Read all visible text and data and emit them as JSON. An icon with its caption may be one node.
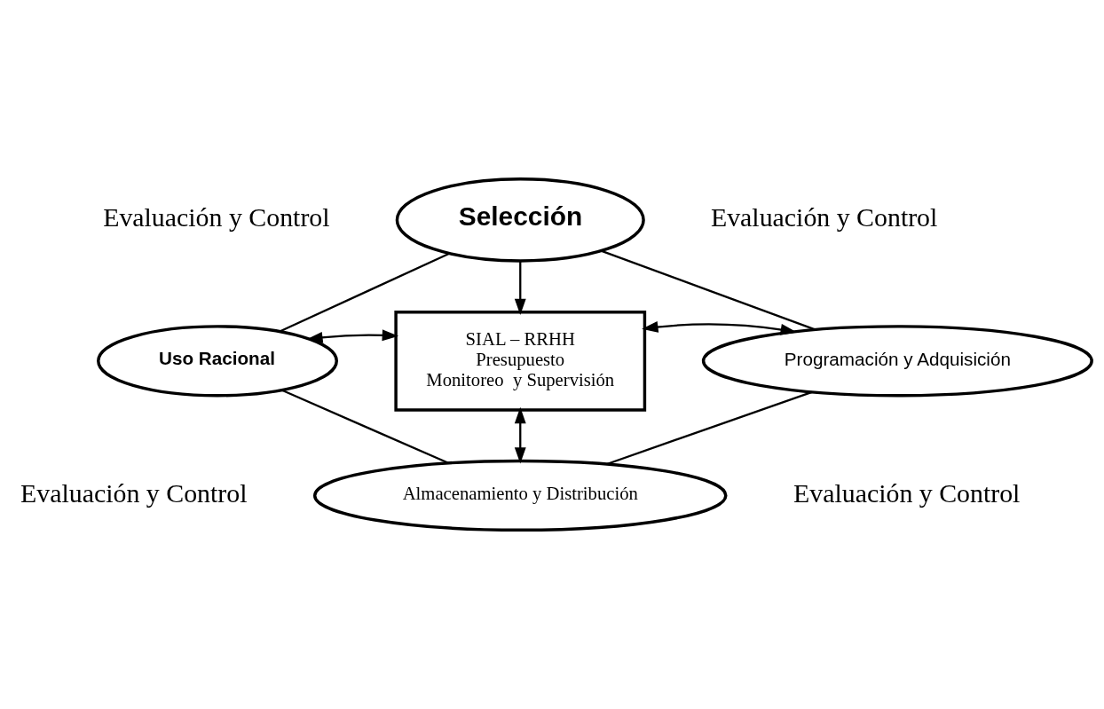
{
  "diagram": {
    "nodes": [
      {
        "text": [
          "Selección"
        ]
      },
      {
        "text": [
          "Uso Racional"
        ]
      },
      {
        "text": [
          "SIAL – RRHH",
          "Presupuesto",
          "Monitoreo  y Supervisión"
        ]
      },
      {
        "text": [
          "Programación y Adquisición"
        ]
      },
      {
        "text": [
          "Almacenamiento y Distribución"
        ]
      }
    ],
    "edges": [
      {
        "from": 0,
        "to": 2,
        "arrow": "to"
      },
      {
        "from": 1,
        "to": 2,
        "arrow": "both"
      },
      {
        "from": 2,
        "to": 3,
        "arrow": "both"
      },
      {
        "from": 2,
        "to": 4,
        "arrow": "both"
      },
      {
        "from": 0,
        "to": 3,
        "arrow": "none"
      },
      {
        "from": 3,
        "to": 4,
        "arrow": "none"
      },
      {
        "from": 4,
        "to": 1,
        "arrow": "none"
      },
      {
        "from": 1,
        "to": 0,
        "arrow": "none"
      }
    ],
    "labels": [
      "Evaluación y Control",
      "Evaluación y Control",
      "Evaluación y Control",
      "Evaluación y Control"
    ]
  }
}
